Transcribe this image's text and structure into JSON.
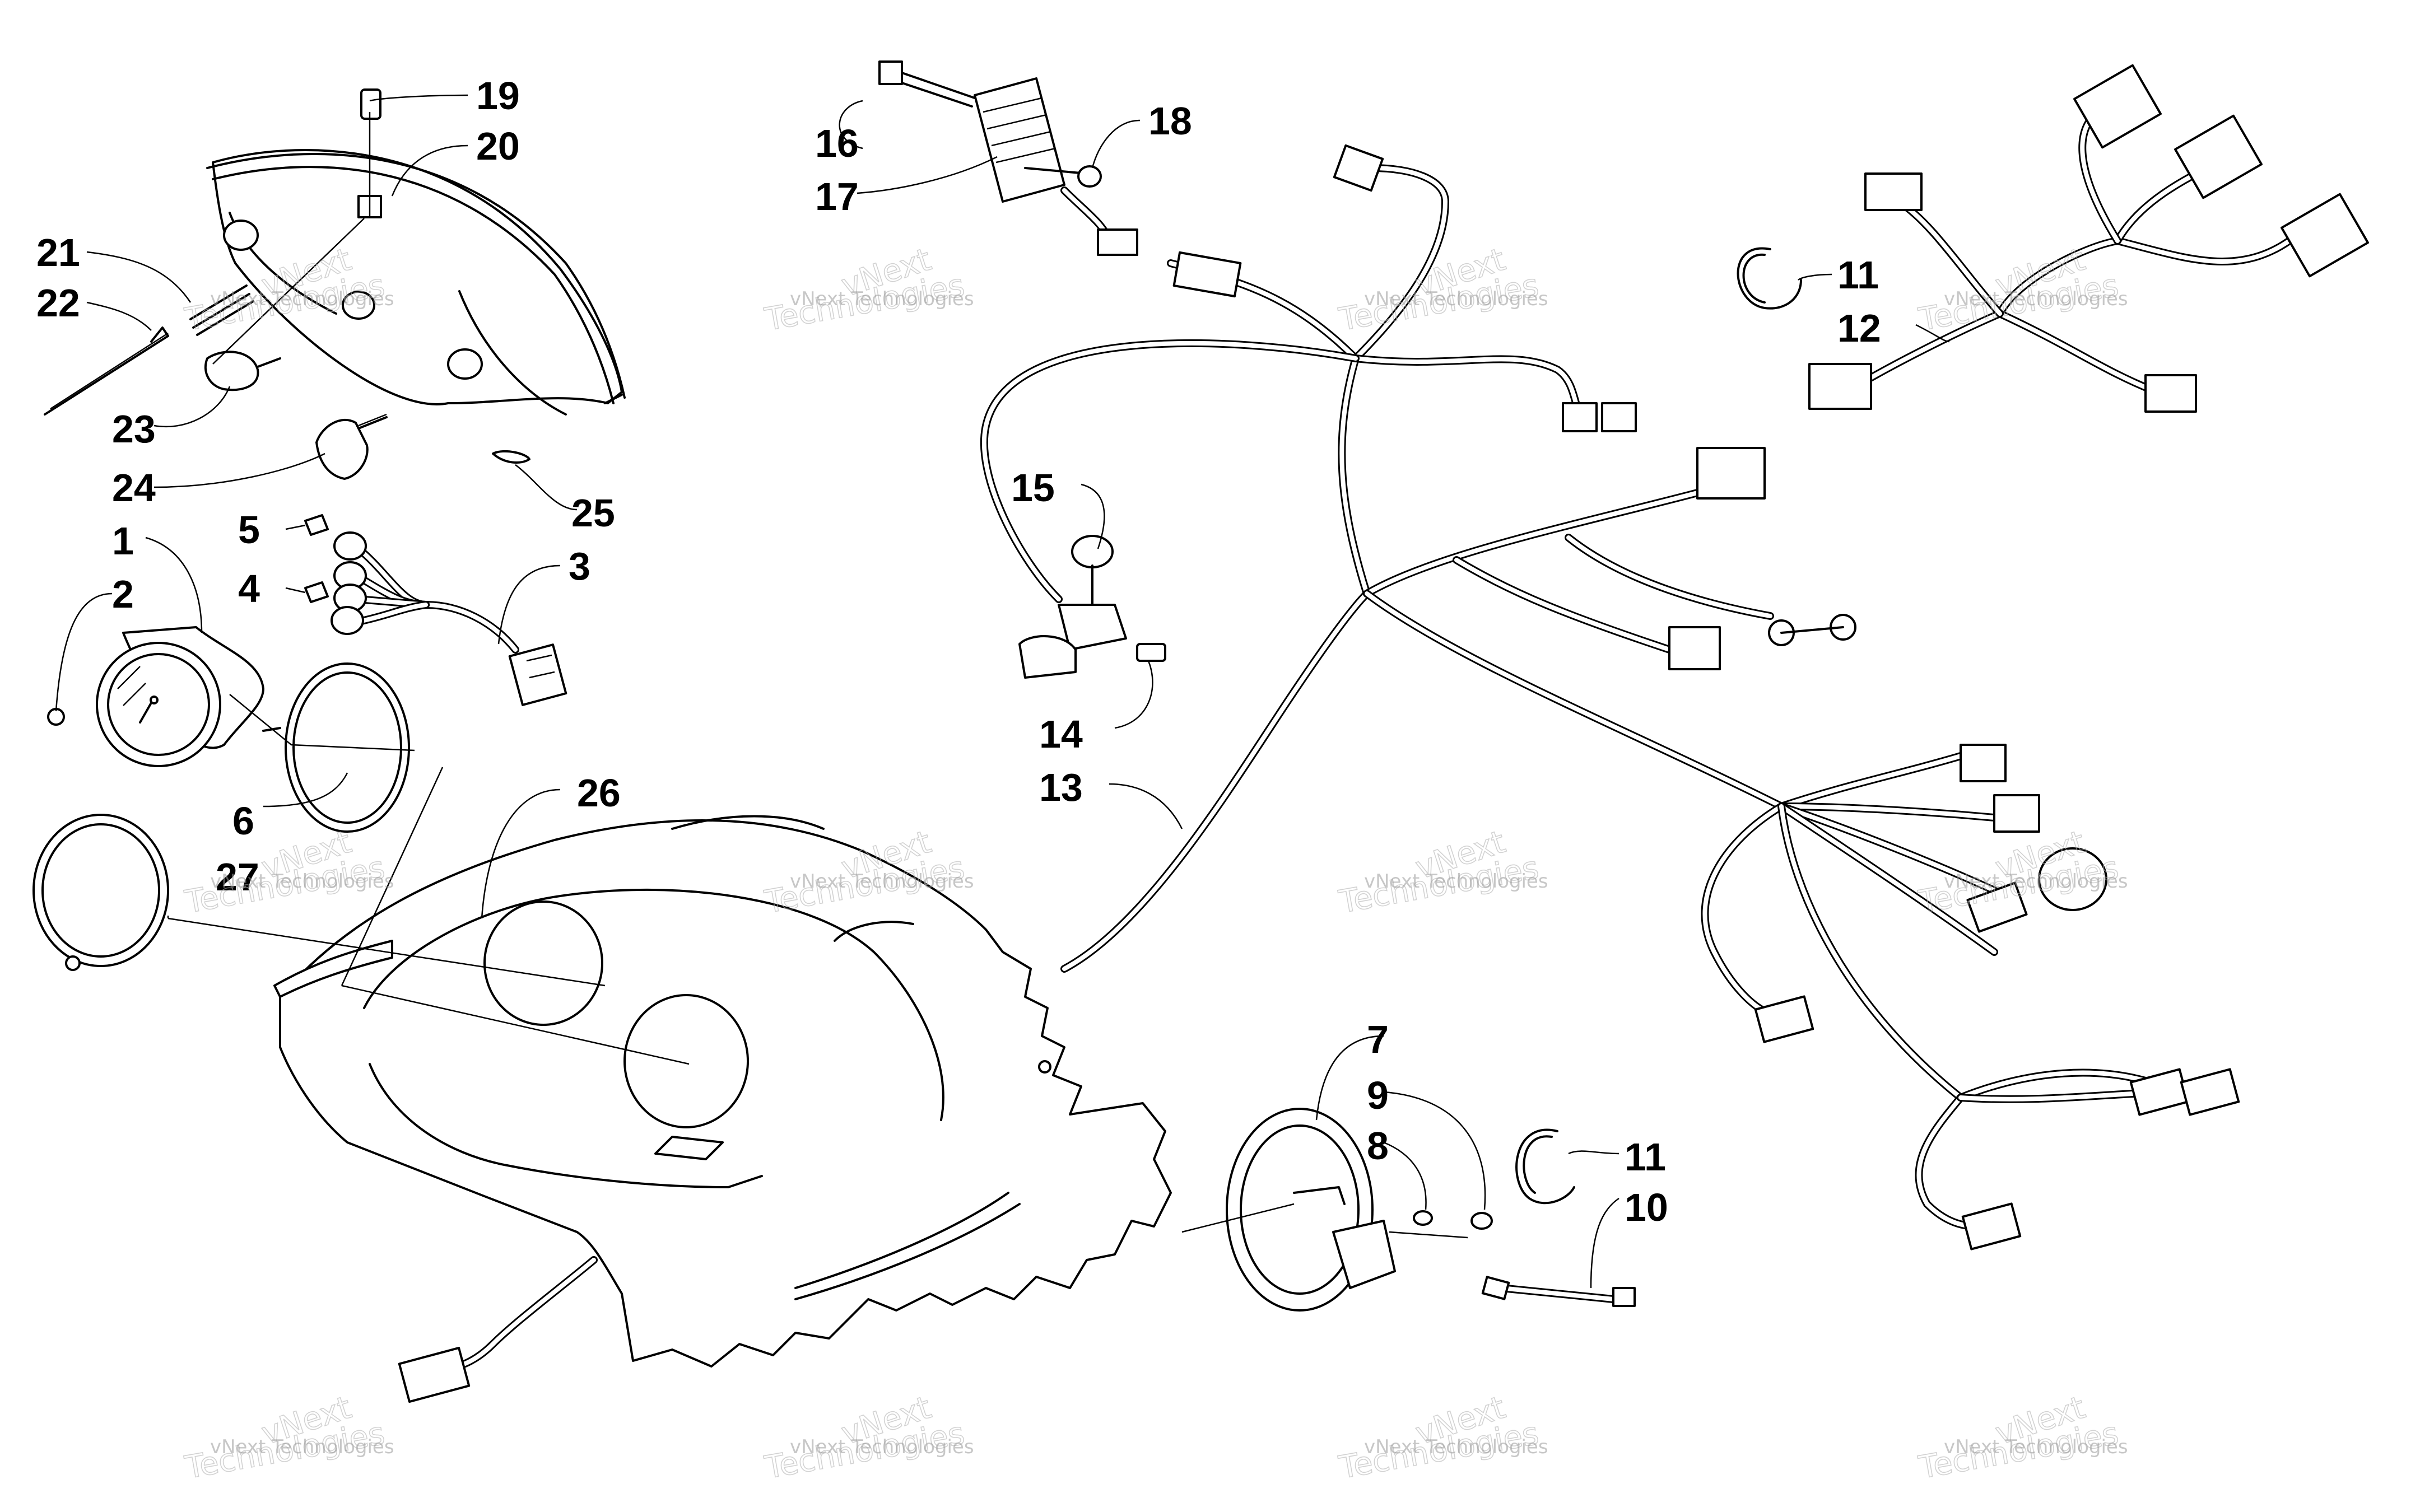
{
  "callouts": {
    "c1": "1",
    "c2": "2",
    "c3": "3",
    "c4": "4",
    "c5": "5",
    "c6": "6",
    "c7": "7",
    "c8": "8",
    "c9": "9",
    "c10": "10",
    "c11a": "11",
    "c11b": "11",
    "c12": "12",
    "c13": "13",
    "c14": "14",
    "c15": "15",
    "c16": "16",
    "c17": "17",
    "c18": "18",
    "c19": "19",
    "c20": "20",
    "c21": "21",
    "c22": "22",
    "c23": "23",
    "c24": "24",
    "c25": "25",
    "c26": "26",
    "c27": "27"
  },
  "watermark": {
    "small": "vNext Technologies",
    "big_top": "vNext",
    "big_bottom": "Technologies"
  }
}
